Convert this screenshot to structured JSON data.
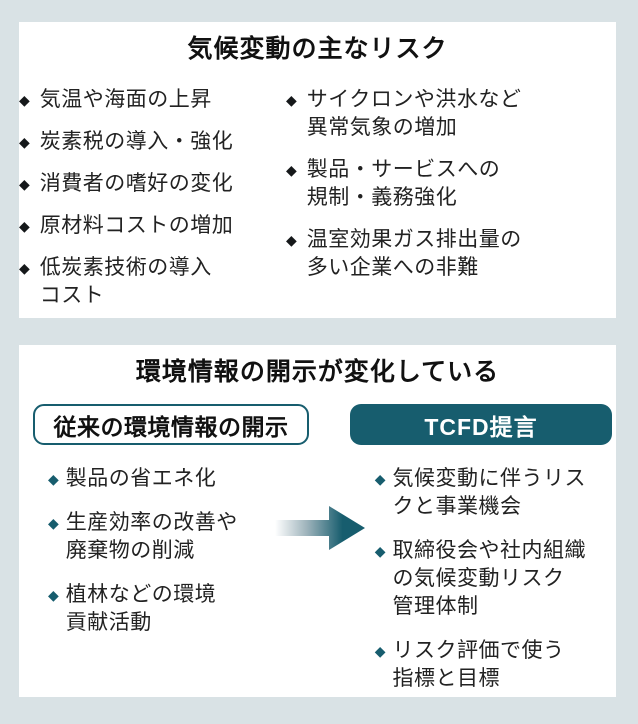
{
  "colors": {
    "page_background": "#d9e2e5",
    "panel_background": "#ffffff",
    "accent_teal": "#175d6e",
    "text": "#222222",
    "bullet_top": "#15181a"
  },
  "icons": {
    "diamond_bullet": "◆"
  },
  "panel_risks": {
    "title": "気候変動の主なリスク",
    "left_items": [
      "気温や海面の上昇",
      "炭素税の導入・強化",
      "消費者の嗜好の変化",
      "原材料コストの増加",
      "低炭素技術の導入\nコスト"
    ],
    "right_items": [
      "サイクロンや洪水など\n異常気象の増加",
      "製品・サービスへの\n規制・義務強化",
      "温室効果ガス排出量の\n多い企業への非難"
    ]
  },
  "panel_disclosure": {
    "title": "環境情報の開示が変化している",
    "left_header": "従来の環境情報の開示",
    "right_header": "TCFD提言",
    "left_items": [
      "製品の省エネ化",
      "生産効率の改善や\n廃棄物の削減",
      "植林などの環境\n貢献活動"
    ],
    "right_items": [
      "気候変動に伴うリス\nクと事業機会",
      "取締役会や社内組織\nの気候変動リスク\n管理体制",
      "リスク評価で使う\n指標と目標"
    ]
  }
}
